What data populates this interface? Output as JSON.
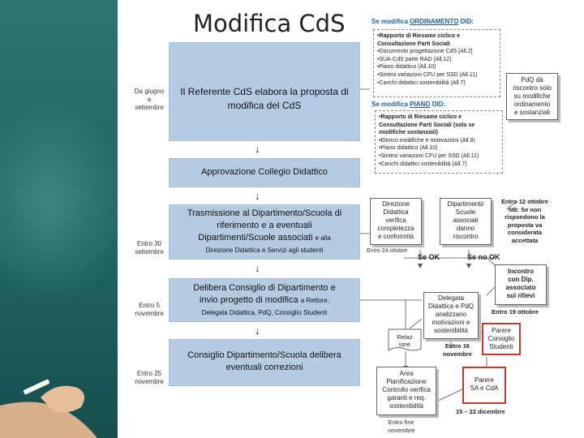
{
  "title": "Modifica CdS",
  "steps": [
    {
      "line1": "Il Referente CdS elabora la proposta di",
      "line2": "modifica del CdS"
    },
    {
      "line1": "Approvazione Collegio Didattico"
    },
    {
      "line1": "Trasmissione al Dipartimento/Scuola di",
      "line2": "riferimento e a eventuali",
      "line3": "Dipartimenti/Scuole associati",
      "line3_small": "e alla",
      "line4_small": "Direzione Didattica e Servizi agli studenti"
    },
    {
      "line1": "Delibera Consiglio di Dipartimento e",
      "line2": "invio progetto di modifica",
      "line2_small": "a Rettore,",
      "line3_small": "Delegata Didattica, PdQ, Consiglio Studenti"
    },
    {
      "line1": "Consiglio Dipartimento/Scuola delibera",
      "line2": "eventuali correzioni"
    }
  ],
  "dates": {
    "d1": [
      "Da giugno",
      "a",
      "settembre"
    ],
    "d2": [
      "Entro 30",
      "settembre"
    ],
    "d3": [
      "Entro 5",
      "novembre"
    ],
    "d4": [
      "Entro 25",
      "novembre"
    ]
  },
  "arrow_glyph": "↓",
  "ordinamento": {
    "heading_prefix": "Se modifica ",
    "heading_key": "ORDINAMENTO",
    "heading_suffix": " DID:",
    "items": [
      "•Rapporto di Riesame ciclico e",
      "Consultazione Parti Sociali",
      "•Documento progettazione CdS [All.2]",
      "•SUA-CdS parte RAD (All.12)",
      "•Piano didattico (All.10)",
      "•Sintesi variazioni CFU per SSD (All.11)",
      "•Carichi didattici sostenibilità (All.7)"
    ]
  },
  "piano": {
    "heading_prefix": "Se modifica ",
    "heading_key": "PIANO",
    "heading_suffix": " DID:",
    "items": [
      "•Rapporto di Riesame ciclico e",
      "Consultazione Parti Sociali (solo se",
      "modifiche sostanziali)",
      "•Elenco modifiche e motivazioni (All.8)",
      "•Piano didattico (All.10)",
      "•Sintesi variazioni CFU per SSD (All.11)",
      "•Carichi didattici sostenibilità (All.7)"
    ]
  },
  "pdq_box": [
    "PdQ dà",
    "riscontro solo",
    "su modifiche",
    "ordinamento",
    "e sostanziali"
  ],
  "direzione_box": [
    "Direzione",
    "Didattica",
    "verifica",
    "completezza",
    "e conformità"
  ],
  "direzione_date": "Entro 24 ottobre",
  "dipartimenti_box": [
    "Dipartimenti/",
    "Scuole",
    "associati",
    "danno",
    "riscontro"
  ],
  "note_right": [
    "Entro 12 ottobre",
    "NB: Se non",
    "rispondono la",
    "proposta va",
    "considerata",
    "accettata"
  ],
  "se_ok": "Se OK",
  "se_no_ok": "Se no OK",
  "incontro_box": [
    "Incontro",
    "con Dip.",
    "associato",
    "sui rilievi"
  ],
  "incontro_date": "Entro 19 ottobre",
  "delegata_box": [
    "Delegata",
    "Didattica e PdQ",
    "analizzano",
    "motivazioni e",
    "sostenibilità"
  ],
  "delegata_date": [
    "Entro 16",
    "novembre"
  ],
  "relazione_box": [
    "Relaz",
    "ione"
  ],
  "parere_cs_box": [
    "Parere",
    "Consiglio",
    "Studenti"
  ],
  "area_box": [
    "Area",
    "Pianificazione",
    "Controllo verifica",
    "garanti e req.",
    "sostenibilità"
  ],
  "area_date": [
    "Entro fine",
    "novembre"
  ],
  "parere_sa_box": [
    "Parere",
    "SA e CdA"
  ],
  "parere_sa_date": "15 – 22 dicembre",
  "colors": {
    "step_fill": "#b4cbe2",
    "heading_blue": "#1f5ea8",
    "red_border": "#c0392b",
    "board": "#1f6363"
  }
}
